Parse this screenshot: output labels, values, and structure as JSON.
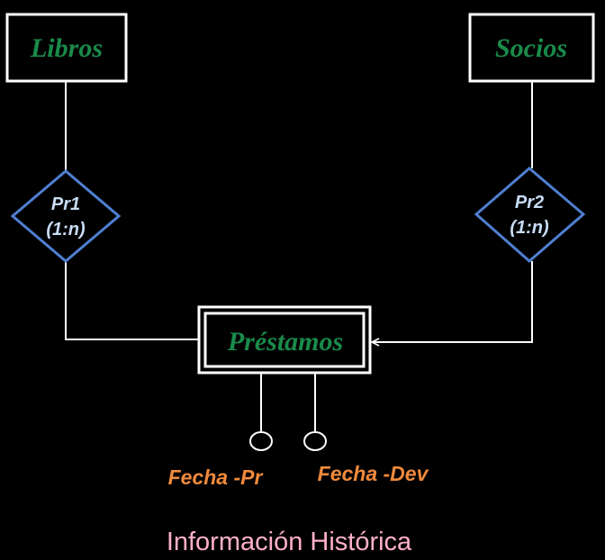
{
  "colors": {
    "background": "#000000",
    "entity_border": "#ffffff",
    "entity_text": "#1a8a4a",
    "relationship_border": "#4f7fd0",
    "relationship_text": "#c8dcf5",
    "connector": "#ffffff",
    "attribute_text": "#f08a3c",
    "caption_text": "#ffb0c8"
  },
  "entities": {
    "libros": {
      "label": "Libros"
    },
    "socios": {
      "label": "Socios"
    },
    "prestamos": {
      "label": "Préstamos",
      "weak": true
    }
  },
  "relationships": {
    "pr1": {
      "name": "Pr1",
      "cardinality": "(1:n)"
    },
    "pr2": {
      "name": "Pr2",
      "cardinality": "(1:n)"
    }
  },
  "attributes": {
    "fecha_pr": {
      "label": "Fecha -Pr"
    },
    "fecha_dev": {
      "label": "Fecha -Dev"
    }
  },
  "caption": "Información Histórica"
}
